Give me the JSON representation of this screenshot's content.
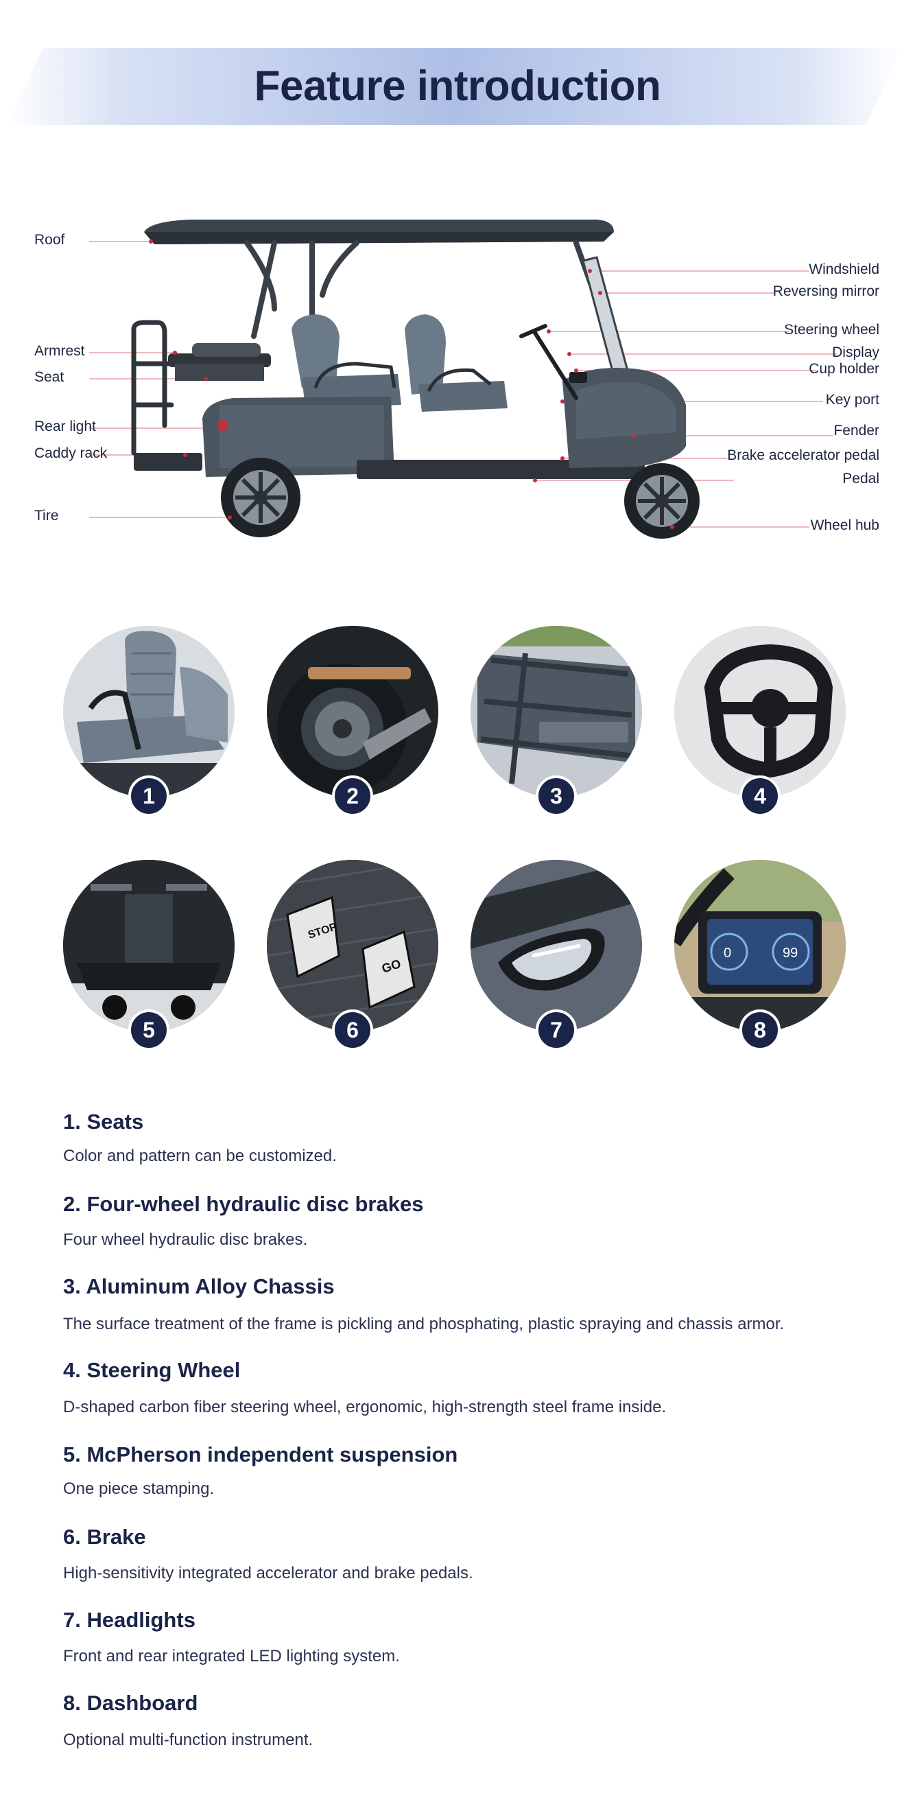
{
  "page": {
    "title": "Feature introduction"
  },
  "callouts": {
    "left": [
      "Roof",
      "Armrest",
      "Seat",
      "Rear light",
      "Caddy rack",
      "Tire"
    ],
    "right": [
      "Windshield",
      "Reversing mirror",
      "Steering wheel",
      "Display",
      "Cup holder",
      "Key port",
      "Fender",
      "Brake accelerator pedal",
      "Pedal",
      "Wheel hub"
    ]
  },
  "badges": [
    "1",
    "2",
    "3",
    "4",
    "5",
    "6",
    "7",
    "8"
  ],
  "features": [
    {
      "title": "1. Seats",
      "desc": "Color and pattern can be customized."
    },
    {
      "title": "2. Four-wheel hydraulic disc brakes",
      "desc": "Four wheel hydraulic disc brakes."
    },
    {
      "title": "3. Aluminum Alloy Chassis",
      "desc": "The surface treatment of the frame is pickling and phosphating, plastic spraying and chassis armor."
    },
    {
      "title": "4. Steering Wheel",
      "desc": "D-shaped carbon fiber steering wheel, ergonomic, high-strength steel frame inside."
    },
    {
      "title": "5. McPherson independent suspension",
      "desc": "One piece stamping."
    },
    {
      "title": "6. Brake",
      "desc": "High-sensitivity integrated accelerator and brake pedals."
    },
    {
      "title": "7. Headlights",
      "desc": "Front and rear integrated LED lighting system."
    },
    {
      "title": "8. Dashboard",
      "desc": "Optional multi-function instrument."
    }
  ],
  "dashboard_readout": {
    "left": "0",
    "right": "99"
  },
  "pedal_labels": {
    "stop": "STOP",
    "go": "GO"
  },
  "colors": {
    "navy": "#1a2448",
    "callout_line": "#e8a0a8",
    "cart_body": "#4a5560"
  }
}
